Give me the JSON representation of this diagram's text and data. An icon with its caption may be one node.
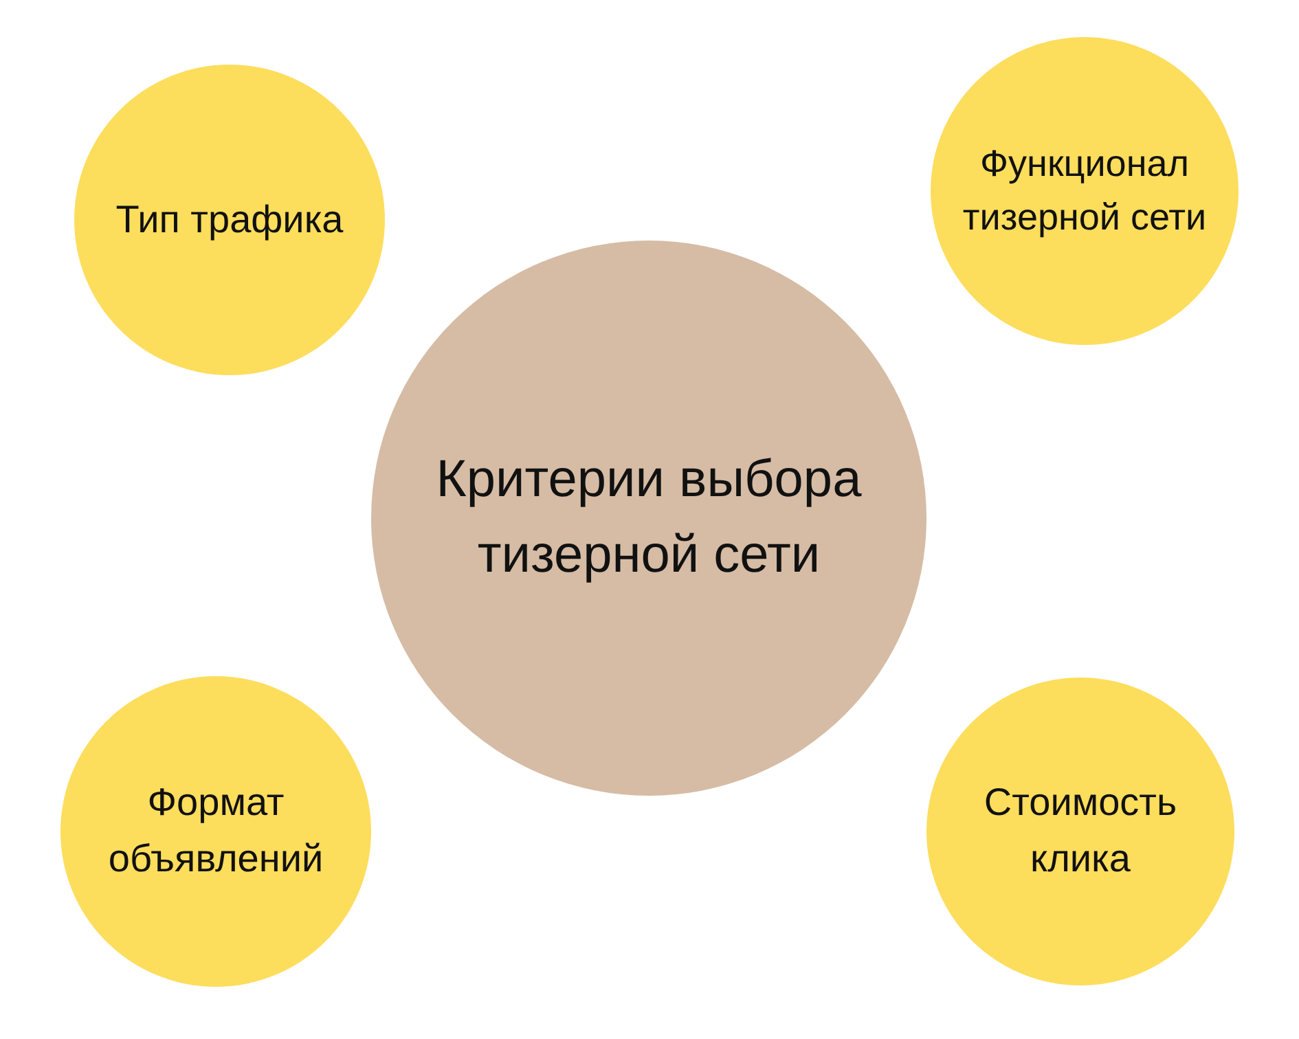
{
  "diagram": {
    "nodes": [
      {
        "text": [
          "Тип трафика"
        ]
      },
      {
        "text": [
          "Функционал тизерной сети"
        ]
      },
      {
        "text": [
          "Критерии выбора тизерной сети"
        ]
      },
      {
        "text": [
          "Формат объявлений"
        ]
      },
      {
        "text": [
          "Стоимость клика"
        ]
      }
    ]
  }
}
